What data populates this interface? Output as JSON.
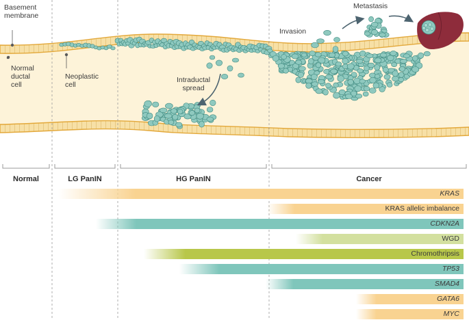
{
  "labels": {
    "basement_membrane": "Basement\nmembrane",
    "normal_ductal_cell": "Normal\nductal\ncell",
    "neoplastic_cell": "Neoplastic\ncell",
    "intraductal_spread": "Intraductal\nspread",
    "invasion": "Invasion",
    "metastasis": "Metastasis"
  },
  "stages": [
    {
      "name": "Normal"
    },
    {
      "name": "LG PanIN"
    },
    {
      "name": "HG PanIN"
    },
    {
      "name": "Cancer"
    }
  ],
  "alterations": [
    {
      "label": "KRAS",
      "italic": true,
      "color": "#f9d391"
    },
    {
      "label": "KRAS allelic imbalance",
      "italic": false,
      "color": "#f9d391"
    },
    {
      "label": "CDKN2A",
      "italic": true,
      "color": "#7fc6bb"
    },
    {
      "label": "WGD",
      "italic": false,
      "color": "#d3e09f"
    },
    {
      "label": "Chromothripsis",
      "italic": false,
      "color": "#b8c74a"
    },
    {
      "label": "TP53",
      "italic": true,
      "color": "#7fc6bb"
    },
    {
      "label": "SMAD4",
      "italic": true,
      "color": "#7fc6bb"
    },
    {
      "label": "GATA6",
      "italic": true,
      "color": "#f9d391"
    },
    {
      "label": "MYC",
      "italic": true,
      "color": "#f9d391"
    }
  ],
  "colors": {
    "duct_fill": "#fdf3d9",
    "epithelium": "#f7e0a6",
    "membrane": "#e3a83a",
    "cell": "#8fc9bf",
    "cell_stroke": "#3f8a80",
    "liver": "#8e2c3b",
    "arrow": "#4d6470"
  }
}
